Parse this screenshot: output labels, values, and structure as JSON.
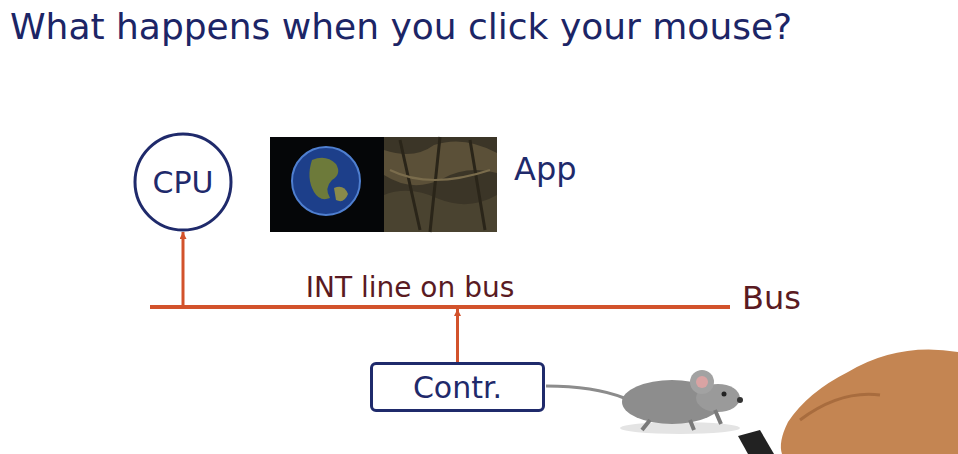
{
  "diagram": {
    "title": "What happens when you click your mouse?",
    "nodes": [
      {
        "text": [
          "CPU"
        ]
      },
      {
        "text": [
          "INT line on bus",
          "Bus"
        ]
      },
      {
        "text": [
          "Contr."
        ]
      }
    ],
    "edges": [
      {
        "from": 2,
        "to": 1,
        "arrow": "to"
      },
      {
        "from": 1,
        "to": 0,
        "arrow": "to"
      }
    ],
    "labels": [
      "App"
    ]
  }
}
